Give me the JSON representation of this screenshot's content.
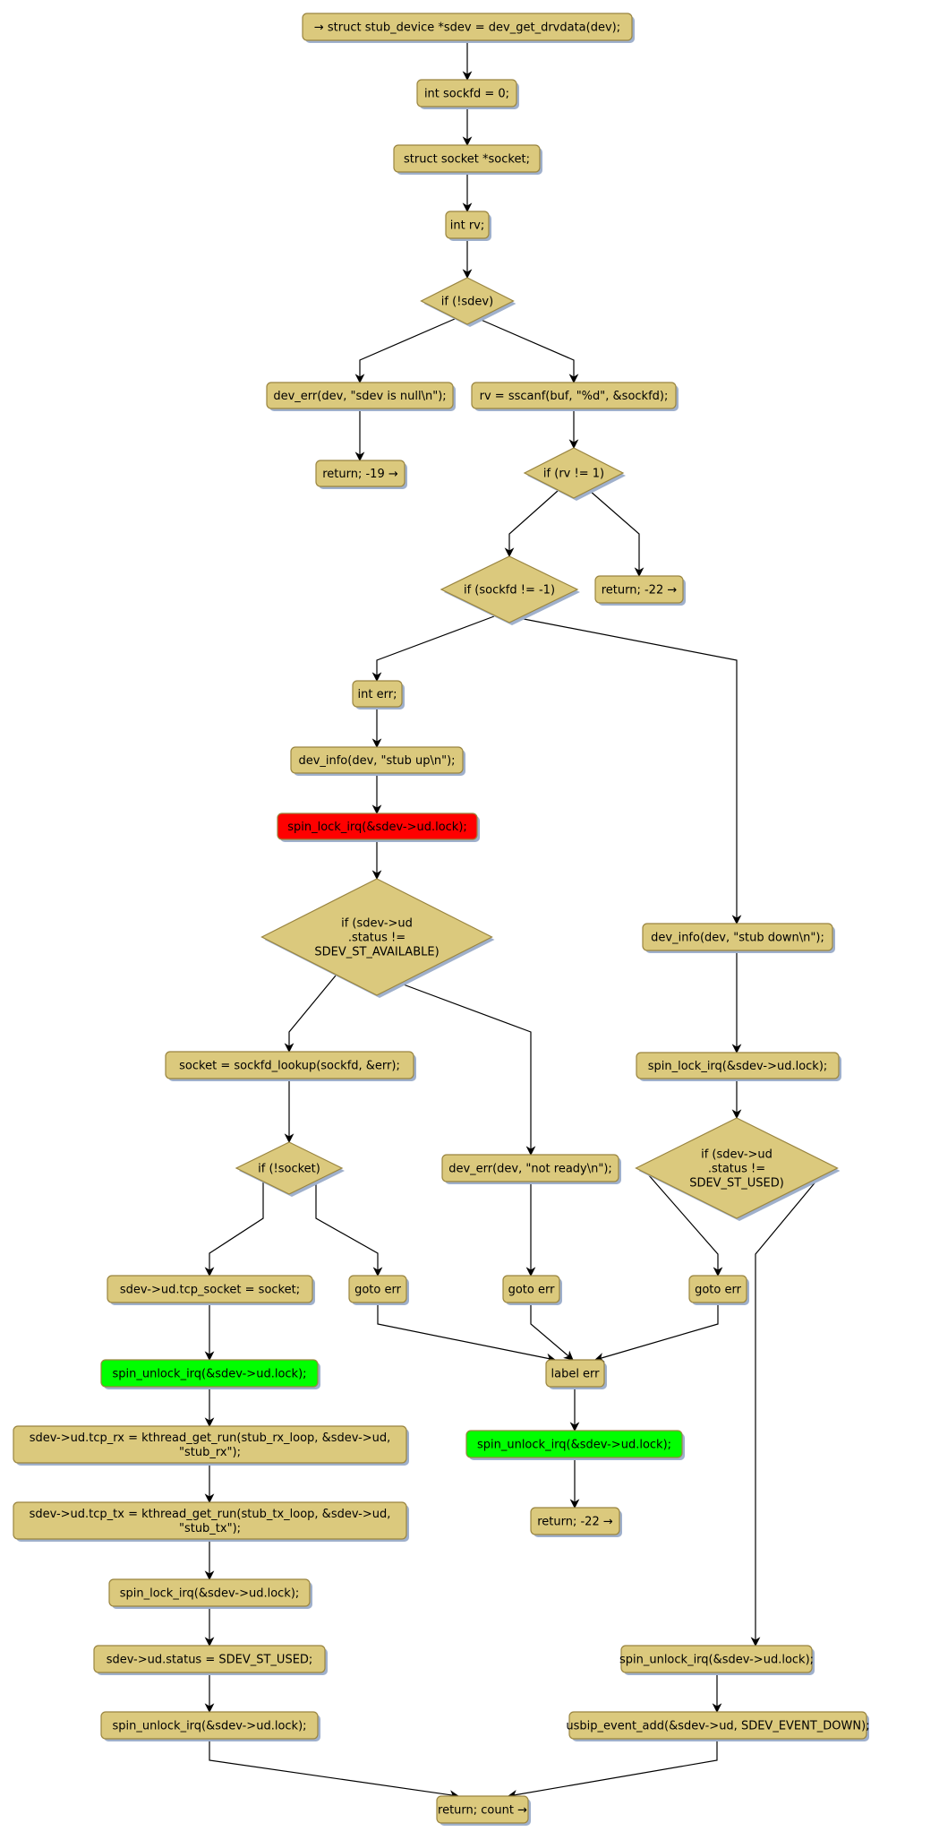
{
  "colors": {
    "default_fill": "#dbc97d",
    "default_border": "#9a8540",
    "shadow": "#9fb0cc",
    "lock_fill": "#ff0000",
    "unlock_fill": "#00ff00",
    "edge": "#000000",
    "background": "#ffffff"
  },
  "nodes": [
    {
      "id": "n_sdev",
      "shape": "box",
      "style": "default",
      "lines": [
        "→ struct stub_device *sdev = dev_get_drvdata(dev);"
      ]
    },
    {
      "id": "n_sockfd",
      "shape": "box",
      "style": "default",
      "lines": [
        "int sockfd = 0;"
      ]
    },
    {
      "id": "n_socket",
      "shape": "box",
      "style": "default",
      "lines": [
        "struct socket *socket;"
      ]
    },
    {
      "id": "n_rv",
      "shape": "box",
      "style": "default",
      "lines": [
        "int rv;"
      ]
    },
    {
      "id": "d_sdev",
      "shape": "diamond",
      "style": "default",
      "lines": [
        "if (!sdev)"
      ]
    },
    {
      "id": "n_err_null",
      "shape": "box",
      "style": "default",
      "lines": [
        "dev_err(dev, \"sdev is null\\n\");"
      ]
    },
    {
      "id": "n_sscanf",
      "shape": "box",
      "style": "default",
      "lines": [
        "rv = sscanf(buf, \"%d\", &sockfd);"
      ]
    },
    {
      "id": "n_ret19",
      "shape": "box",
      "style": "default",
      "lines": [
        "return; -19 →"
      ]
    },
    {
      "id": "d_rv",
      "shape": "diamond",
      "style": "default",
      "lines": [
        "if (rv != 1)"
      ]
    },
    {
      "id": "d_sockfd",
      "shape": "diamond",
      "style": "default",
      "lines": [
        "if (sockfd != -1)"
      ]
    },
    {
      "id": "n_ret22a",
      "shape": "box",
      "style": "default",
      "lines": [
        "return; -22 →"
      ]
    },
    {
      "id": "n_interr",
      "shape": "box",
      "style": "default",
      "lines": [
        "int err;"
      ]
    },
    {
      "id": "n_info_up",
      "shape": "box",
      "style": "default",
      "lines": [
        "dev_info(dev, \"stub up\\n\");"
      ]
    },
    {
      "id": "n_lock1",
      "shape": "box",
      "style": "lock",
      "lines": [
        "spin_lock_irq(&sdev->ud.lock);"
      ]
    },
    {
      "id": "d_avail",
      "shape": "diamond",
      "style": "default",
      "lines": [
        "if (sdev->ud",
        ".status !=",
        "SDEV_ST_AVAILABLE)"
      ]
    },
    {
      "id": "n_info_down",
      "shape": "box",
      "style": "default",
      "lines": [
        "dev_info(dev, \"stub down\\n\");"
      ]
    },
    {
      "id": "n_lock2",
      "shape": "box",
      "style": "default",
      "lines": [
        "spin_lock_irq(&sdev->ud.lock);"
      ]
    },
    {
      "id": "d_used",
      "shape": "diamond",
      "style": "default",
      "lines": [
        "if (sdev->ud",
        ".status !=",
        "SDEV_ST_USED)"
      ]
    },
    {
      "id": "n_lookup",
      "shape": "box",
      "style": "default",
      "lines": [
        "socket = sockfd_lookup(sockfd, &err);"
      ]
    },
    {
      "id": "d_socket",
      "shape": "diamond",
      "style": "default",
      "lines": [
        "if (!socket)"
      ]
    },
    {
      "id": "n_notready",
      "shape": "box",
      "style": "default",
      "lines": [
        "dev_err(dev, \"not ready\\n\");"
      ]
    },
    {
      "id": "n_tcpsock",
      "shape": "box",
      "style": "default",
      "lines": [
        "sdev->ud.tcp_socket = socket;"
      ]
    },
    {
      "id": "n_goto1",
      "shape": "box",
      "style": "default",
      "lines": [
        "goto err"
      ]
    },
    {
      "id": "n_goto2",
      "shape": "box",
      "style": "default",
      "lines": [
        "goto err"
      ]
    },
    {
      "id": "n_goto3",
      "shape": "box",
      "style": "default",
      "lines": [
        "goto err"
      ]
    },
    {
      "id": "n_label",
      "shape": "box",
      "style": "default",
      "lines": [
        "label err"
      ]
    },
    {
      "id": "n_unlock_err",
      "shape": "box",
      "style": "unlock",
      "lines": [
        "spin_unlock_irq(&sdev->ud.lock);"
      ]
    },
    {
      "id": "n_ret22b",
      "shape": "box",
      "style": "default",
      "lines": [
        "return; -22 →"
      ]
    },
    {
      "id": "n_unlock1",
      "shape": "box",
      "style": "unlock",
      "lines": [
        "spin_unlock_irq(&sdev->ud.lock);"
      ]
    },
    {
      "id": "n_rx",
      "shape": "box",
      "style": "default",
      "lines": [
        "sdev->ud.tcp_rx = kthread_get_run(stub_rx_loop, &sdev->ud,",
        "\"stub_rx\");"
      ]
    },
    {
      "id": "n_tx",
      "shape": "box",
      "style": "default",
      "lines": [
        "sdev->ud.tcp_tx = kthread_get_run(stub_tx_loop, &sdev->ud,",
        "\"stub_tx\");"
      ]
    },
    {
      "id": "n_lock3",
      "shape": "box",
      "style": "default",
      "lines": [
        "spin_lock_irq(&sdev->ud.lock);"
      ]
    },
    {
      "id": "n_status",
      "shape": "box",
      "style": "default",
      "lines": [
        "sdev->ud.status = SDEV_ST_USED;"
      ]
    },
    {
      "id": "n_unlock2",
      "shape": "box",
      "style": "default",
      "lines": [
        "spin_unlock_irq(&sdev->ud.lock);"
      ]
    },
    {
      "id": "n_unlock3",
      "shape": "box",
      "style": "default",
      "lines": [
        "spin_unlock_irq(&sdev->ud.lock);"
      ]
    },
    {
      "id": "n_event",
      "shape": "box",
      "style": "default",
      "lines": [
        "usbip_event_add(&sdev->ud, SDEV_EVENT_DOWN);"
      ]
    },
    {
      "id": "n_retcount",
      "shape": "box",
      "style": "default",
      "lines": [
        "return; count →"
      ]
    }
  ],
  "edges": [
    [
      "n_sdev",
      "n_sockfd"
    ],
    [
      "n_sockfd",
      "n_socket"
    ],
    [
      "n_socket",
      "n_rv"
    ],
    [
      "n_rv",
      "d_sdev"
    ],
    [
      "d_sdev",
      "n_err_null"
    ],
    [
      "d_sdev",
      "n_sscanf"
    ],
    [
      "n_err_null",
      "n_ret19"
    ],
    [
      "n_sscanf",
      "d_rv"
    ],
    [
      "d_rv",
      "d_sockfd"
    ],
    [
      "d_rv",
      "n_ret22a"
    ],
    [
      "d_sockfd",
      "n_interr"
    ],
    [
      "d_sockfd",
      "n_info_down"
    ],
    [
      "n_interr",
      "n_info_up"
    ],
    [
      "n_info_up",
      "n_lock1"
    ],
    [
      "n_lock1",
      "d_avail"
    ],
    [
      "d_avail",
      "n_lookup"
    ],
    [
      "d_avail",
      "n_notready"
    ],
    [
      "n_lookup",
      "d_socket"
    ],
    [
      "d_socket",
      "n_tcpsock"
    ],
    [
      "d_socket",
      "n_goto1"
    ],
    [
      "n_notready",
      "n_goto2"
    ],
    [
      "n_info_down",
      "n_lock2"
    ],
    [
      "n_lock2",
      "d_used"
    ],
    [
      "d_used",
      "n_goto3"
    ],
    [
      "d_used",
      "n_unlock3"
    ],
    [
      "n_goto1",
      "n_label"
    ],
    [
      "n_goto2",
      "n_label"
    ],
    [
      "n_goto3",
      "n_label"
    ],
    [
      "n_label",
      "n_unlock_err"
    ],
    [
      "n_unlock_err",
      "n_ret22b"
    ],
    [
      "n_tcpsock",
      "n_unlock1"
    ],
    [
      "n_unlock1",
      "n_rx"
    ],
    [
      "n_rx",
      "n_tx"
    ],
    [
      "n_tx",
      "n_lock3"
    ],
    [
      "n_lock3",
      "n_status"
    ],
    [
      "n_status",
      "n_unlock2"
    ],
    [
      "n_unlock2",
      "n_retcount"
    ],
    [
      "n_unlock3",
      "n_event"
    ],
    [
      "n_event",
      "n_retcount"
    ]
  ]
}
